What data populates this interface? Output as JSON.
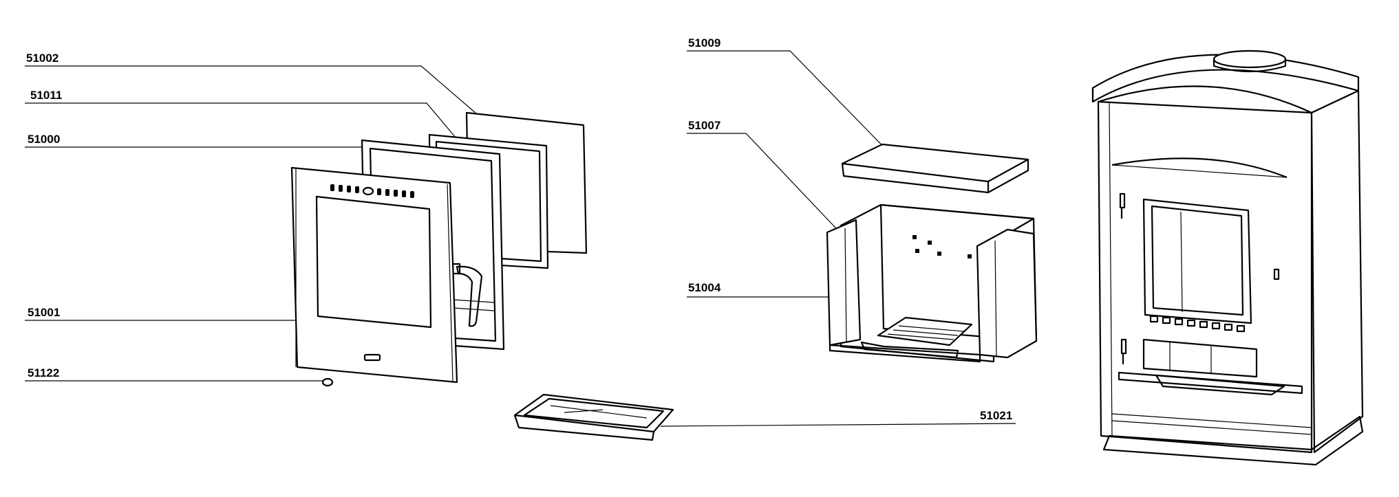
{
  "labels": {
    "p51002": "51002",
    "p51011": "51011",
    "p51000": "51000",
    "p51001": "51001",
    "p51122": "51122",
    "p51009": "51009",
    "p51007": "51007",
    "p51004": "51004",
    "p51021": "51021"
  }
}
